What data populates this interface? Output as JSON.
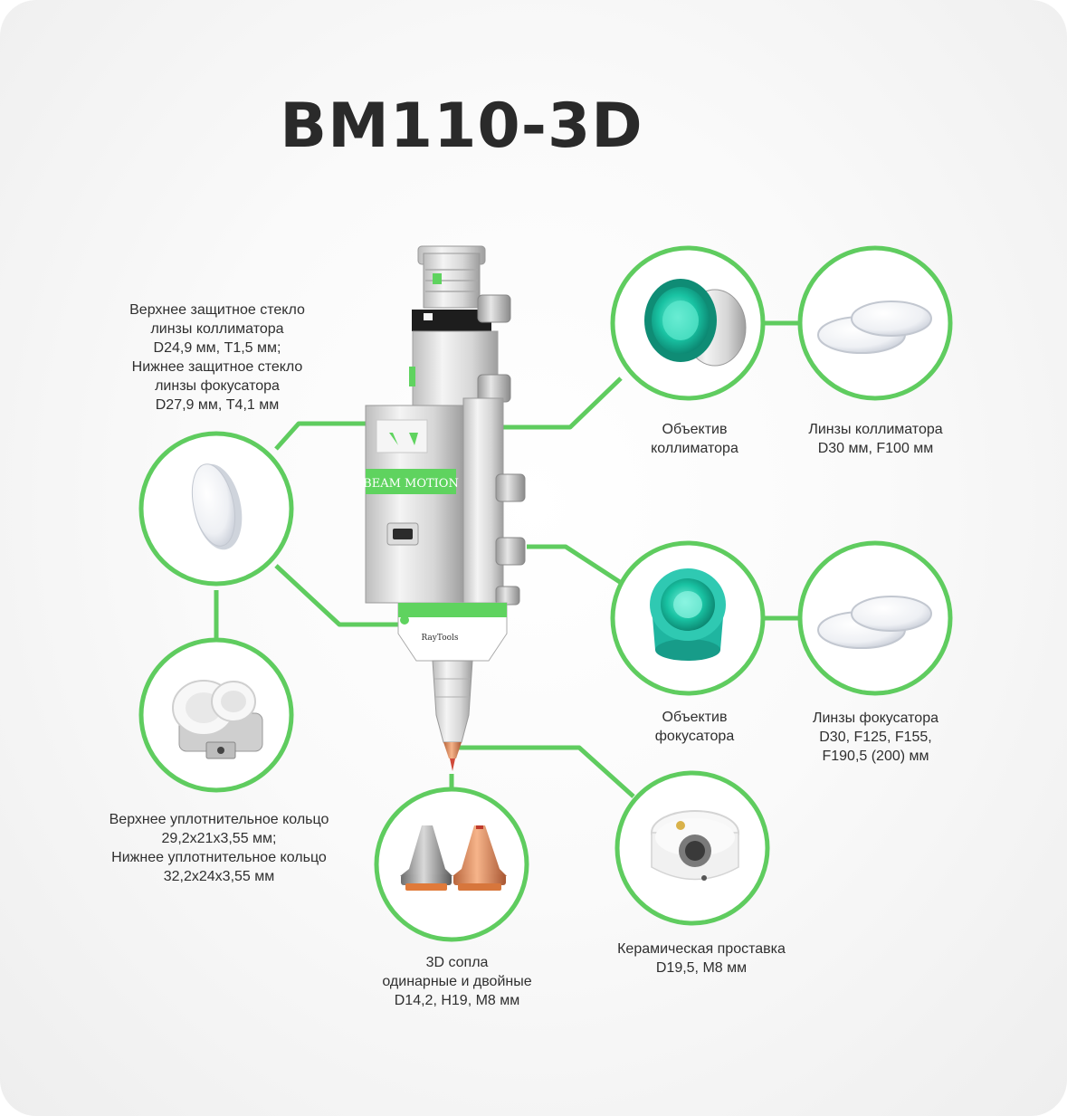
{
  "title": "BM110-3D",
  "product": {
    "panel_text": "BEAM MOTION",
    "brand_text": "RayTools"
  },
  "colors": {
    "accent": "#5fcc5f",
    "text": "#2f2f2f"
  },
  "labels": {
    "protective_glass": {
      "lines": [
        "Верхнее защитное стекло",
        "линзы коллиматора",
        "D24,9 мм, T1,5 мм;",
        "Нижнее защитное стекло",
        "линзы фокусатора",
        "D27,9 мм, T4,1 мм"
      ]
    },
    "collimator_objective": {
      "lines": [
        "Объектив",
        "коллиматора"
      ]
    },
    "collimator_lens": {
      "lines": [
        "Линзы коллиматора",
        "D30 мм, F100 мм"
      ]
    },
    "focuser_objective": {
      "lines": [
        "Объектив",
        "фокусатора"
      ]
    },
    "focuser_lens": {
      "lines": [
        "Линзы фокусатора",
        "D30, F125, F155,",
        "F190,5 (200) мм"
      ]
    },
    "seal_ring": {
      "lines": [
        "Верхнее уплотнительное кольцо",
        "29,2x21x3,55 мм;",
        "Нижнее уплотнительное кольцо",
        "32,2x24x3,55 мм"
      ]
    },
    "nozzles": {
      "lines": [
        "3D сопла",
        "одинарные и двойные",
        "D14,2, H19, M8 мм"
      ]
    },
    "ceramic": {
      "lines": [
        "Керамическая проставка",
        "D19,5, M8 мм"
      ]
    }
  }
}
